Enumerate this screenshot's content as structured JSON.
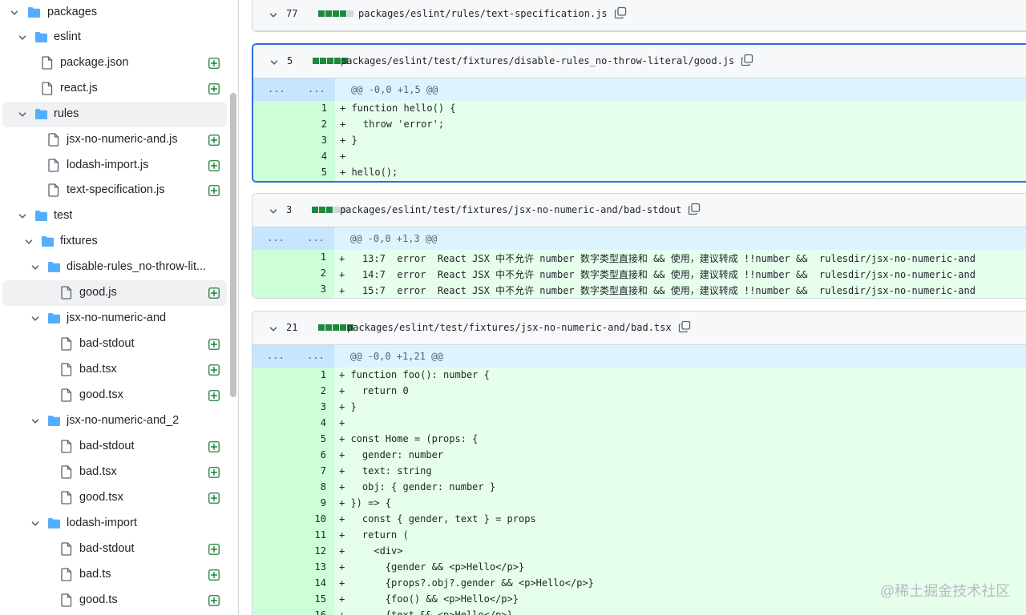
{
  "sidebar": {
    "items": [
      {
        "label": "packages",
        "kind": "folder",
        "expanded": true,
        "icon": "folder-icon"
      },
      {
        "label": "eslint",
        "kind": "folder",
        "expanded": true,
        "icon": "folder-icon"
      },
      {
        "label": "package.json",
        "kind": "file",
        "status": "added",
        "icon": "file-icon"
      },
      {
        "label": "react.js",
        "kind": "file",
        "status": "added",
        "icon": "file-icon"
      },
      {
        "label": "rules",
        "kind": "folder",
        "expanded": true,
        "icon": "folder-icon"
      },
      {
        "label": "jsx-no-numeric-and.js",
        "kind": "file",
        "status": "added",
        "icon": "file-icon"
      },
      {
        "label": "lodash-import.js",
        "kind": "file",
        "status": "added",
        "icon": "file-icon"
      },
      {
        "label": "text-specification.js",
        "kind": "file",
        "status": "added",
        "icon": "file-icon"
      },
      {
        "label": "test",
        "kind": "folder",
        "expanded": true,
        "icon": "folder-icon"
      },
      {
        "label": "fixtures",
        "kind": "folder",
        "expanded": true,
        "icon": "folder-icon"
      },
      {
        "label": "disable-rules_no-throw-lit...",
        "kind": "folder",
        "expanded": true,
        "icon": "folder-icon"
      },
      {
        "label": "good.js",
        "kind": "file",
        "status": "added",
        "icon": "file-icon"
      },
      {
        "label": "jsx-no-numeric-and",
        "kind": "folder",
        "expanded": true,
        "icon": "folder-icon"
      },
      {
        "label": "bad-stdout",
        "kind": "file",
        "status": "added",
        "icon": "file-icon"
      },
      {
        "label": "bad.tsx",
        "kind": "file",
        "status": "added",
        "icon": "file-icon"
      },
      {
        "label": "good.tsx",
        "kind": "file",
        "status": "added",
        "icon": "file-icon"
      },
      {
        "label": "jsx-no-numeric-and_2",
        "kind": "folder",
        "expanded": true,
        "icon": "folder-icon"
      },
      {
        "label": "bad-stdout",
        "kind": "file",
        "status": "added",
        "icon": "file-icon"
      },
      {
        "label": "bad.tsx",
        "kind": "file",
        "status": "added",
        "icon": "file-icon"
      },
      {
        "label": "good.tsx",
        "kind": "file",
        "status": "added",
        "icon": "file-icon"
      },
      {
        "label": "lodash-import",
        "kind": "folder",
        "expanded": true,
        "icon": "folder-icon"
      },
      {
        "label": "bad-stdout",
        "kind": "file",
        "status": "added",
        "icon": "file-icon"
      },
      {
        "label": "bad.ts",
        "kind": "file",
        "status": "added",
        "icon": "file-icon"
      },
      {
        "label": "good.ts",
        "kind": "file",
        "status": "added",
        "icon": "file-icon"
      }
    ]
  },
  "files": [
    {
      "count": "77",
      "stat": [
        "g",
        "g",
        "g",
        "g",
        "n"
      ],
      "path": "packages/eslint/rules/text-specification.js",
      "hunk": null,
      "lines": []
    },
    {
      "count": "5",
      "stat": [
        "g",
        "g",
        "g",
        "g",
        "g"
      ],
      "path": "packages/eslint/test/fixtures/disable-rules_no-throw-literal/good.js",
      "hunk": "@@ -0,0 +1,5 @@",
      "hunk_left": "...",
      "hunk_right": "...",
      "lines": [
        {
          "num": "1",
          "text": "+ function hello() {"
        },
        {
          "num": "2",
          "text": "+   throw 'error';"
        },
        {
          "num": "3",
          "text": "+ }"
        },
        {
          "num": "4",
          "text": "+"
        },
        {
          "num": "5",
          "text": "+ hello();"
        }
      ]
    },
    {
      "count": "3",
      "stat": [
        "g",
        "g",
        "g",
        "n",
        "n"
      ],
      "path": "packages/eslint/test/fixtures/jsx-no-numeric-and/bad-stdout",
      "hunk": "@@ -0,0 +1,3 @@",
      "hunk_left": "...",
      "hunk_right": "...",
      "lines": [
        {
          "num": "1",
          "text": "+   13:7  error  React JSX 中不允许 number 数字类型直接和 && 使用，建议转成 !!number &&  rulesdir/jsx-no-numeric-and"
        },
        {
          "num": "2",
          "text": "+   14:7  error  React JSX 中不允许 number 数字类型直接和 && 使用，建议转成 !!number &&  rulesdir/jsx-no-numeric-and"
        },
        {
          "num": "3",
          "text": "+   15:7  error  React JSX 中不允许 number 数字类型直接和 && 使用，建议转成 !!number &&  rulesdir/jsx-no-numeric-and"
        }
      ]
    },
    {
      "count": "21",
      "stat": [
        "g",
        "g",
        "g",
        "g",
        "g"
      ],
      "path": "packages/eslint/test/fixtures/jsx-no-numeric-and/bad.tsx",
      "hunk": "@@ -0,0 +1,21 @@",
      "hunk_left": "...",
      "hunk_right": "...",
      "lines": [
        {
          "num": "1",
          "text": "+ function foo(): number {"
        },
        {
          "num": "2",
          "text": "+   return 0"
        },
        {
          "num": "3",
          "text": "+ }"
        },
        {
          "num": "4",
          "text": "+"
        },
        {
          "num": "5",
          "text": "+ const Home = (props: {"
        },
        {
          "num": "6",
          "text": "+   gender: number"
        },
        {
          "num": "7",
          "text": "+   text: string"
        },
        {
          "num": "8",
          "text": "+   obj: { gender: number }"
        },
        {
          "num": "9",
          "text": "+ }) => {"
        },
        {
          "num": "10",
          "text": "+   const { gender, text } = props"
        },
        {
          "num": "11",
          "text": "+   return ("
        },
        {
          "num": "12",
          "text": "+     <div>"
        },
        {
          "num": "13",
          "text": "+       {gender && <p>Hello</p>}"
        },
        {
          "num": "14",
          "text": "+       {props?.obj?.gender && <p>Hello</p>}"
        },
        {
          "num": "15",
          "text": "+       {foo() && <p>Hello</p>}"
        },
        {
          "num": "16",
          "text": "+       {text && <p>Hello</p>}"
        }
      ]
    }
  ],
  "watermark": "@稀土掘金技术社区",
  "colors": {
    "added_line_bg": "#e6ffec",
    "added_gutter_bg": "#ccffd8",
    "hunk_bg": "#ddf4ff",
    "stat_green": "#1f883d",
    "folder_blue": "#54aeff",
    "focus_border": "#2f6fd6",
    "add_icon_green": "#1a7f37"
  }
}
